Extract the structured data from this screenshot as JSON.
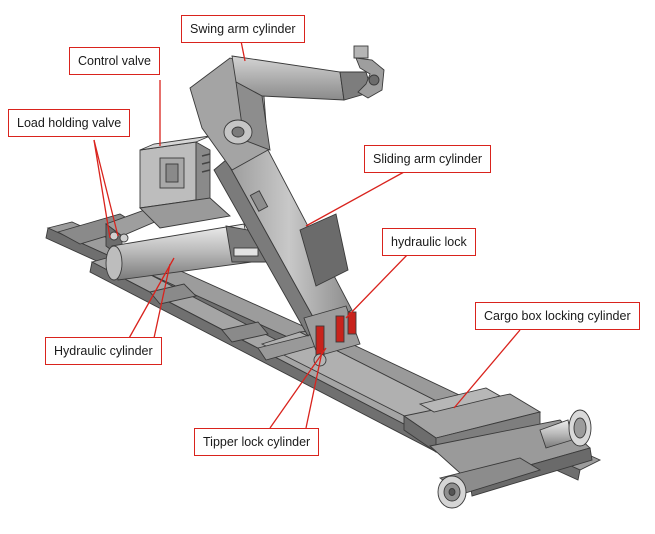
{
  "labels": {
    "swing_arm_cylinder": "Swing arm cylinder",
    "control_valve": "Control valve",
    "load_holding_valve": "Load holding valve",
    "sliding_arm_cylinder": "Sliding arm cylinder",
    "hydraulic_lock": "hydraulic lock",
    "cargo_box_locking_cylinder": "Cargo box locking cylinder",
    "hydraulic_cylinder": "Hydraulic cylinder",
    "tipper_lock_cylinder": "Tipper lock cylinder"
  },
  "colors": {
    "accent_red": "#d9231d",
    "frame_grey": "#8f8f8f",
    "frame_dark": "#5f5f5f",
    "frame_light": "#c4c4c4",
    "background": "#ffffff"
  }
}
